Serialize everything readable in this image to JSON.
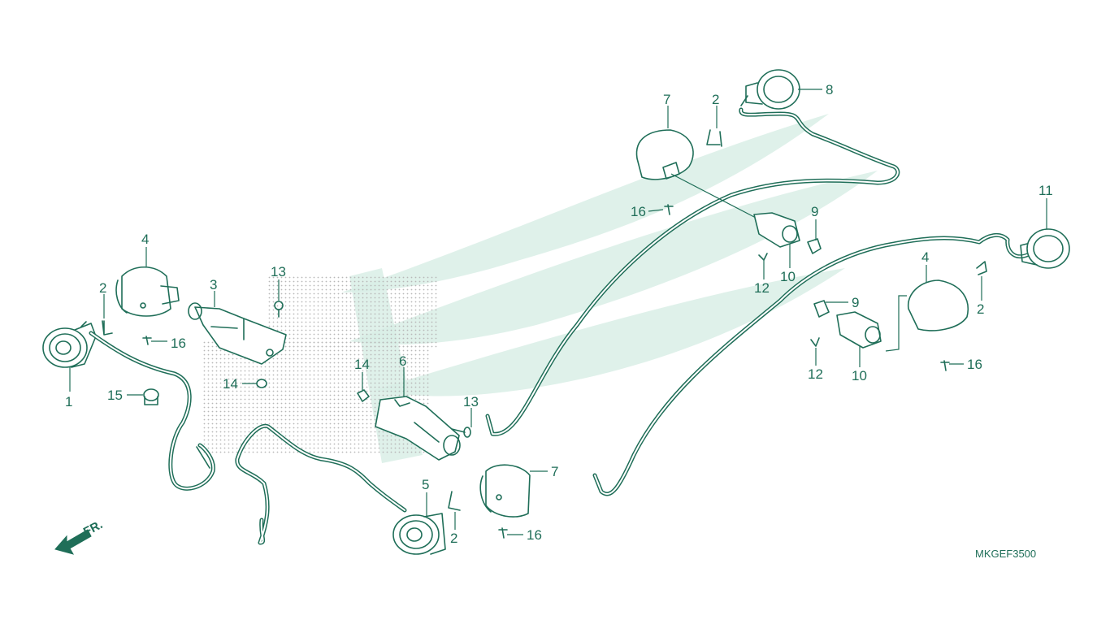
{
  "diagram": {
    "code": "MKGEF3500",
    "direction_label": "FR.",
    "colors": {
      "line": "#1f6e58",
      "watermark": "#d9efe6",
      "background": "#ffffff"
    },
    "callouts": [
      {
        "id": "c1",
        "label": "1"
      },
      {
        "id": "c2a",
        "label": "2"
      },
      {
        "id": "c3",
        "label": "3"
      },
      {
        "id": "c4a",
        "label": "4"
      },
      {
        "id": "c13a",
        "label": "13"
      },
      {
        "id": "c16a",
        "label": "16"
      },
      {
        "id": "c14a",
        "label": "14"
      },
      {
        "id": "c15",
        "label": "15"
      },
      {
        "id": "c14b",
        "label": "14"
      },
      {
        "id": "c6",
        "label": "6"
      },
      {
        "id": "c13b",
        "label": "13"
      },
      {
        "id": "c5",
        "label": "5"
      },
      {
        "id": "c2b",
        "label": "2"
      },
      {
        "id": "c7a",
        "label": "7"
      },
      {
        "id": "c16b",
        "label": "16"
      },
      {
        "id": "c7b",
        "label": "7"
      },
      {
        "id": "c2c",
        "label": "2"
      },
      {
        "id": "c8",
        "label": "8"
      },
      {
        "id": "c16c",
        "label": "16"
      },
      {
        "id": "c9a",
        "label": "9"
      },
      {
        "id": "c12a",
        "label": "12"
      },
      {
        "id": "c10a",
        "label": "10"
      },
      {
        "id": "c11",
        "label": "11"
      },
      {
        "id": "c4b",
        "label": "4"
      },
      {
        "id": "c2d",
        "label": "2"
      },
      {
        "id": "c9b",
        "label": "9"
      },
      {
        "id": "c12b",
        "label": "12"
      },
      {
        "id": "c10b",
        "label": "10"
      },
      {
        "id": "c16d",
        "label": "16"
      }
    ]
  }
}
